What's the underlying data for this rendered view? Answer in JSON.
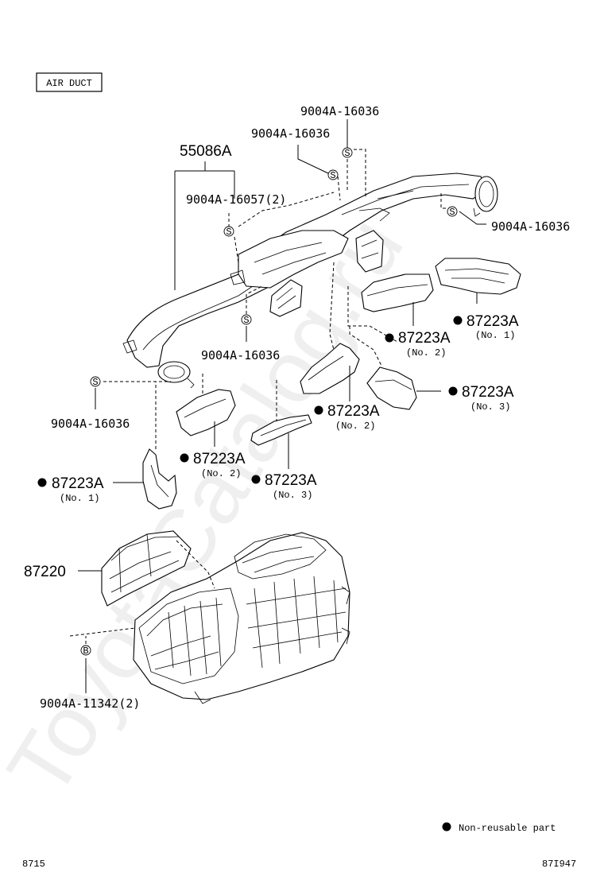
{
  "section_title": "AIR DUCT",
  "watermark": "ToyotaCatalog.ru",
  "parts": {
    "p55086A": "55086A",
    "p9004A_16036_top": "9004A-16036",
    "p9004A_16036_second": "9004A-16036",
    "p9004A_16057": "9004A-16057(2)",
    "p9004A_16036_right": "9004A-16036",
    "p9004A_16036_center": "9004A-16036",
    "p9004A_16036_left": "9004A-16036",
    "p87223A_no1_right": "87223A",
    "p87223A_no1_right_sub": "(No. 1)",
    "p87223A_no2_top": "87223A",
    "p87223A_no2_top_sub": "(No. 2)",
    "p87223A_no3_right": "87223A",
    "p87223A_no3_right_sub": "(No. 3)",
    "p87223A_no2_center": "87223A",
    "p87223A_no2_center_sub": "(No. 2)",
    "p87223A_no2_left": "87223A",
    "p87223A_no2_left_sub": "(No. 2)",
    "p87223A_no3_center": "87223A",
    "p87223A_no3_center_sub": "(No. 3)",
    "p87223A_no1_left": "87223A",
    "p87223A_no1_left_sub": "(No. 1)",
    "p87220": "87220",
    "p9004A_11342": "9004A-11342(2)"
  },
  "symbols": {
    "screw": "S",
    "bolt": "B"
  },
  "legend": {
    "non_reusable": "Non-reusable part"
  },
  "footer": {
    "left_code": "8715",
    "right_code": "87I947"
  }
}
